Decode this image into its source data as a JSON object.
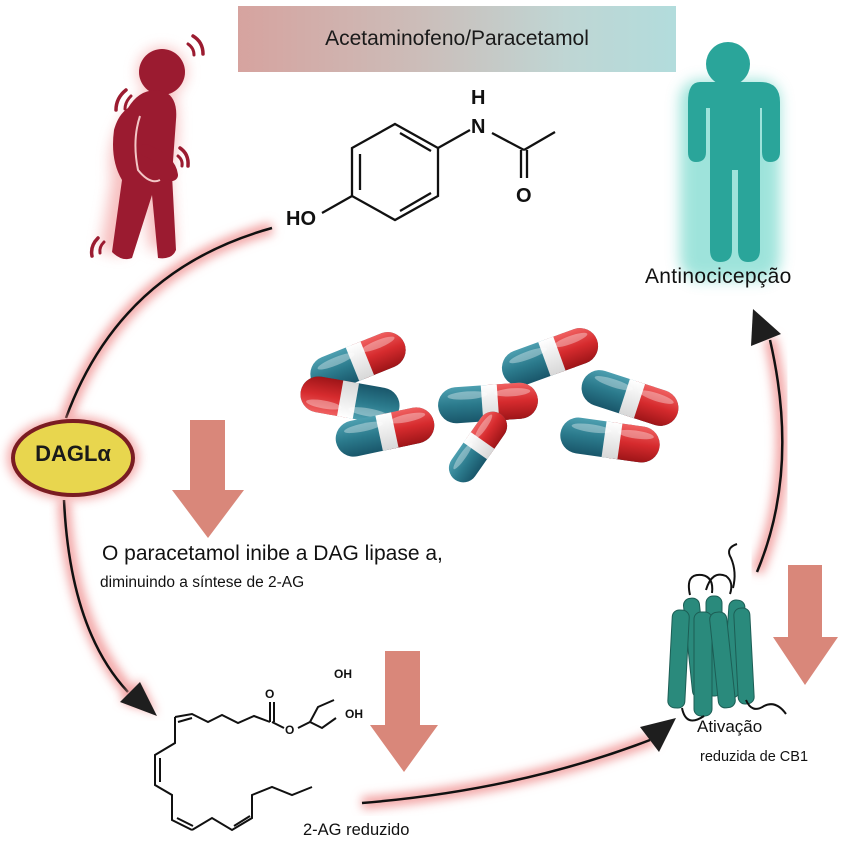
{
  "title": "Acetaminofeno/Paracetamol",
  "molecules": {
    "paracetamol": {
      "name": "paracetamol-structure",
      "atoms": {
        "hydroxyl": "HO",
        "amine_h": "H",
        "amine_n": "N",
        "carbonyl_o": "O"
      }
    },
    "two_ag": {
      "name": "2-ag-structure",
      "atoms": {
        "carbonyl_o": "O",
        "ester_o": "O",
        "hydroxyl_1": "OH",
        "hydroxyl_2": "OH"
      }
    }
  },
  "enzyme": {
    "label": "DAGLα",
    "fill": "#e8d64e",
    "border": "#7a1c22"
  },
  "labels": {
    "antinociception": "Antinocicepção",
    "inhibition_line1": "O paracetamol inibe a DAG lipase a,",
    "inhibition_line2": "diminuindo a síntese de 2-AG",
    "activation_line1": "Ativação",
    "activation_line2": "reduzida de CB1",
    "two_ag_reduced": "2-AG reduzido"
  },
  "figures": {
    "pain_person": {
      "state": "pain",
      "color": "#9b1b30"
    },
    "healthy_person": {
      "state": "antinociception",
      "color": "#2aa59a"
    }
  },
  "colors": {
    "down_arrow": "#d9877a",
    "pathway_line": "#111111",
    "glow": "#f08a8a",
    "receptor": "#2a8a7c",
    "capsule_red": "#d62b2e",
    "capsule_blue": "#2b7a8c",
    "capsule_white": "#f4f4f4"
  },
  "icons": [
    "pain-person-icon",
    "healthy-person-icon",
    "capsules-image",
    "cb1-receptor-icon",
    "decrease-arrow-icon",
    "pathway-arrow-icon"
  ]
}
